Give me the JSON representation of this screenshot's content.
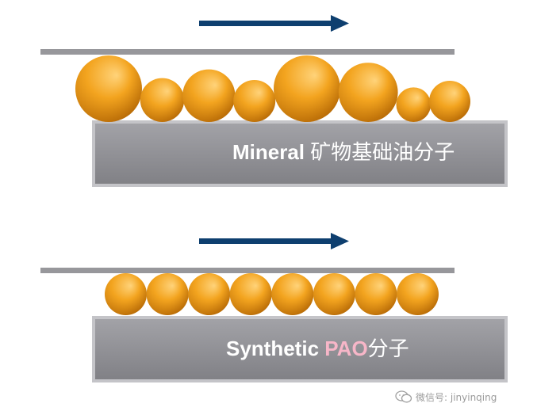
{
  "colors": {
    "arrow": "#0e3f6f",
    "plate_fill": "#8f8f94",
    "plate_border": "#c4c4c8",
    "rail": "#97979b",
    "molecule_highlight": "#ffd37a",
    "molecule_mid": "#f3a41f",
    "molecule_shadow": "#b86b06",
    "label_text": "#ffffff",
    "pao_text": "#f7b6c8",
    "watermark_text": "#9a9a9a"
  },
  "panels": [
    {
      "label_prefix": "Mineral ",
      "label_highlight": "",
      "label_suffix": "矿物基础油分子",
      "molecule_arrangement": "irregular mixed sizes",
      "molecule_count": 8,
      "molecule_size_ratios": [
        1.0,
        0.66,
        0.79,
        0.63,
        1.0,
        0.89,
        0.52,
        0.62
      ]
    },
    {
      "label_prefix": "Synthetic ",
      "label_highlight": "PAO",
      "label_suffix": "分子",
      "molecule_arrangement": "uniform equal sizes",
      "molecule_count": 8,
      "molecule_size_ratios": [
        1,
        1,
        1,
        1,
        1,
        1,
        1,
        1
      ]
    }
  ],
  "watermark": {
    "icon": "wechat-icon",
    "text": "微信号: jinyinqing"
  }
}
